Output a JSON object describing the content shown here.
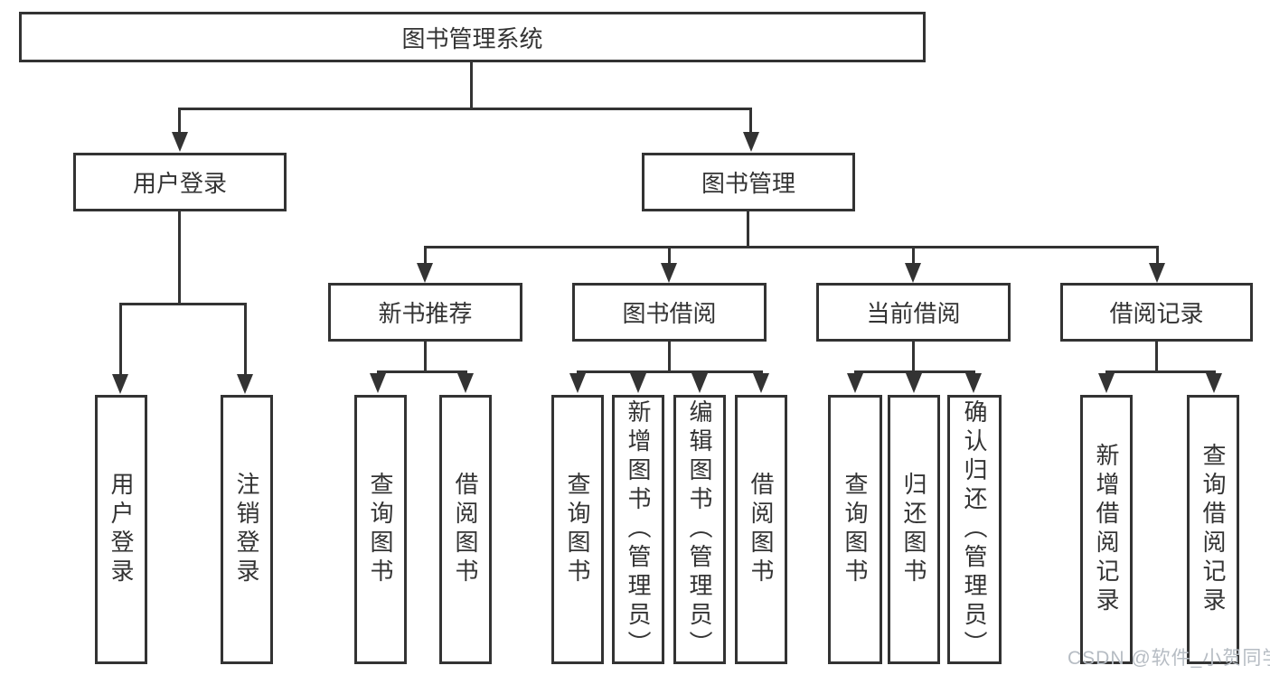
{
  "nodes": {
    "root": {
      "label": "图书管理系统"
    },
    "user_login": {
      "label": "用户登录"
    },
    "book_mgmt": {
      "label": "图书管理"
    },
    "new_book_rec": {
      "label": "新书推荐"
    },
    "book_borrow": {
      "label": "图书借阅"
    },
    "current_borrow": {
      "label": "当前借阅"
    },
    "borrow_record": {
      "label": "借阅记录"
    },
    "leaf_user_login": {
      "label": "用户登录"
    },
    "leaf_logout": {
      "label": "注销登录"
    },
    "leaf_query_book_rec": {
      "label": "查询图书"
    },
    "leaf_borrow_book_rec": {
      "label": "借阅图书"
    },
    "leaf_query_book_borrow": {
      "label": "查询图书"
    },
    "leaf_add_book": {
      "label": "新增图书（管理员）"
    },
    "leaf_edit_book": {
      "label": "编辑图书（管理员）"
    },
    "leaf_borrow_book_borrow": {
      "label": "借阅图书"
    },
    "leaf_query_book_current": {
      "label": "查询图书"
    },
    "leaf_return_book": {
      "label": "归还图书"
    },
    "leaf_confirm_return": {
      "label": "确认归还（管理员）"
    },
    "leaf_add_record": {
      "label": "新增借阅记录"
    },
    "leaf_query_record": {
      "label": "查询借阅记录"
    }
  },
  "structure": {
    "图书管理系统": {
      "用户登录": [
        "用户登录",
        "注销登录"
      ],
      "图书管理": {
        "新书推荐": [
          "查询图书",
          "借阅图书"
        ],
        "图书借阅": [
          "查询图书",
          "新增图书（管理员）",
          "编辑图书（管理员）",
          "借阅图书"
        ],
        "当前借阅": [
          "查询图书",
          "归还图书",
          "确认归还（管理员）"
        ],
        "借阅记录": [
          "新增借阅记录",
          "查询借阅记录"
        ]
      }
    }
  },
  "watermark": {
    "text": "CSDN @软件_小贺同学",
    "color": "#b6bcc3"
  },
  "colors": {
    "line": "#333333",
    "text": "#333333",
    "box_background": "#ffffff",
    "page_background": "#ffffff"
  }
}
